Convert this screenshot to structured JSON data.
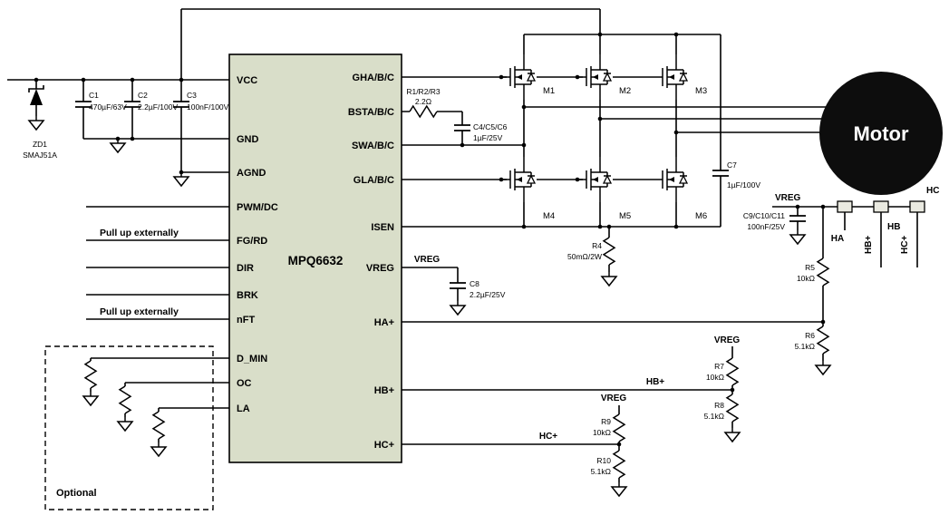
{
  "ic": {
    "name": "MPQ6632",
    "pins_left": [
      "VCC",
      "GND",
      "AGND",
      "PWM/DC",
      "FG/RD",
      "DIR",
      "BRK",
      "nFT",
      "D_MIN",
      "OC",
      "LA"
    ],
    "pins_right": [
      "GHA/B/C",
      "BSTA/B/C",
      "SWA/B/C",
      "GLA/B/C",
      "ISEN",
      "VREG",
      "HA+",
      "HB+",
      "HC+"
    ]
  },
  "notes": {
    "pull_up_fg": "Pull up externally",
    "pull_up_nft": "Pull up externally",
    "optional": "Optional"
  },
  "parts": {
    "zd1": {
      "ref": "ZD1",
      "value": "SMAJ51A"
    },
    "c1": {
      "ref": "C1",
      "value": "470µF/63V"
    },
    "c2": {
      "ref": "C2",
      "value": "2.2µF/100V"
    },
    "c3": {
      "ref": "C3",
      "value": "100nF/100V"
    },
    "r1r2r3": {
      "ref": "R1/R2/R3",
      "value": "2.2Ω"
    },
    "c4c5c6": {
      "ref": "C4/C5/C6",
      "value": "1µF/25V"
    },
    "c7": {
      "ref": "C7",
      "value": "1µF/100V"
    },
    "c8": {
      "ref": "C8",
      "value": "2.2µF/25V"
    },
    "c9c10c11": {
      "ref": "C9/C10/C11",
      "value": "100nF/25V"
    },
    "r4": {
      "ref": "R4",
      "value": "50mΩ/2W"
    },
    "r5": {
      "ref": "R5",
      "value": "10kΩ"
    },
    "r6": {
      "ref": "R6",
      "value": "5.1kΩ"
    },
    "r7": {
      "ref": "R7",
      "value": "10kΩ"
    },
    "r8": {
      "ref": "R8",
      "value": "5.1kΩ"
    },
    "r9": {
      "ref": "R9",
      "value": "10kΩ"
    },
    "r10": {
      "ref": "R10",
      "value": "5.1kΩ"
    }
  },
  "mosfets": {
    "m1": "M1",
    "m2": "M2",
    "m3": "M3",
    "m4": "M4",
    "m5": "M5",
    "m6": "M6"
  },
  "nets": {
    "vreg_pin": "VREG",
    "vreg_hall": "VREG",
    "vreg_r7": "VREG",
    "vreg_r9": "VREG",
    "hb_plus_wire": "HB+",
    "hc_plus_wire": "HC+",
    "hall_a": "HA",
    "hall_b": "HB",
    "hall_c": "HC",
    "hb_plus_vert": "HB+",
    "hc_plus_vert": "HC+"
  },
  "motor": {
    "label": "Motor"
  },
  "colors": {
    "wire": "#000000",
    "ic_fill": "#d9dec9",
    "motor_fill": "#0d0d0d",
    "hall_box_fill": "#e9e9e0",
    "background": "#ffffff"
  }
}
